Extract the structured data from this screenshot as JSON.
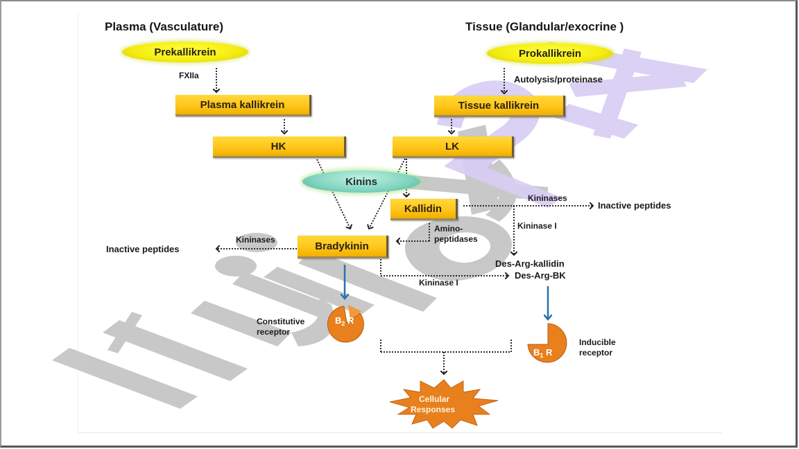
{
  "diagram": {
    "headers": {
      "plasma": "Plasma  (Vasculature)",
      "tissue": "Tissue (Glandular/exocrine )"
    },
    "nodes": {
      "prekallikrein": "Prekallikrein",
      "prokallikrein": "Prokallikrein",
      "plasma_kallikrein": "Plasma kallikrein",
      "tissue_kallikrein": "Tissue kallikrein",
      "hk": "HK",
      "lk": "LK",
      "kinins": "Kinins",
      "kallidin": "Kallidin",
      "bradykinin": "Bradykinin",
      "des_arg_kallidin": "Des-Arg-kallidin",
      "des_arg_bk": "Des-Arg-BK",
      "inactive_peptides_left": "Inactive peptides",
      "inactive_peptides_right": "Inactive peptides",
      "cellular_responses_line1": "Cellular",
      "cellular_responses_line2": "Responses"
    },
    "edge_labels": {
      "fxiia": "FXIIa",
      "autolysis": "Autolysis/proteinase",
      "kininases_left": "Kininases",
      "kininases_right": "Kininases",
      "kininase_i_right": "Kininase I",
      "kininase_i_bottom": "Kininase I",
      "aminopeptidases_line1": "Amino-",
      "aminopeptidases_line2": "peptidases"
    },
    "receptors": {
      "b2": {
        "letter": "B",
        "subscript": "2",
        "suffix": "R",
        "caption_line1": "Constitutive",
        "caption_line2": "receptor"
      },
      "b1": {
        "letter": "B",
        "subscript": "1",
        "suffix": "R",
        "caption_line1": "Inducible",
        "caption_line2": "receptor"
      }
    },
    "colors": {
      "box_yellow": "#ffc61a",
      "ellipse_yellow": "#f4ec10",
      "ellipse_teal": "#7fd3bf",
      "receptor_orange": "#e8801e",
      "arrow_blue": "#2a6fb0",
      "watermark_gray": "#c4c4c4",
      "watermark_lavender": "#d8cdf4"
    },
    "watermark": "Hujjat 24"
  }
}
